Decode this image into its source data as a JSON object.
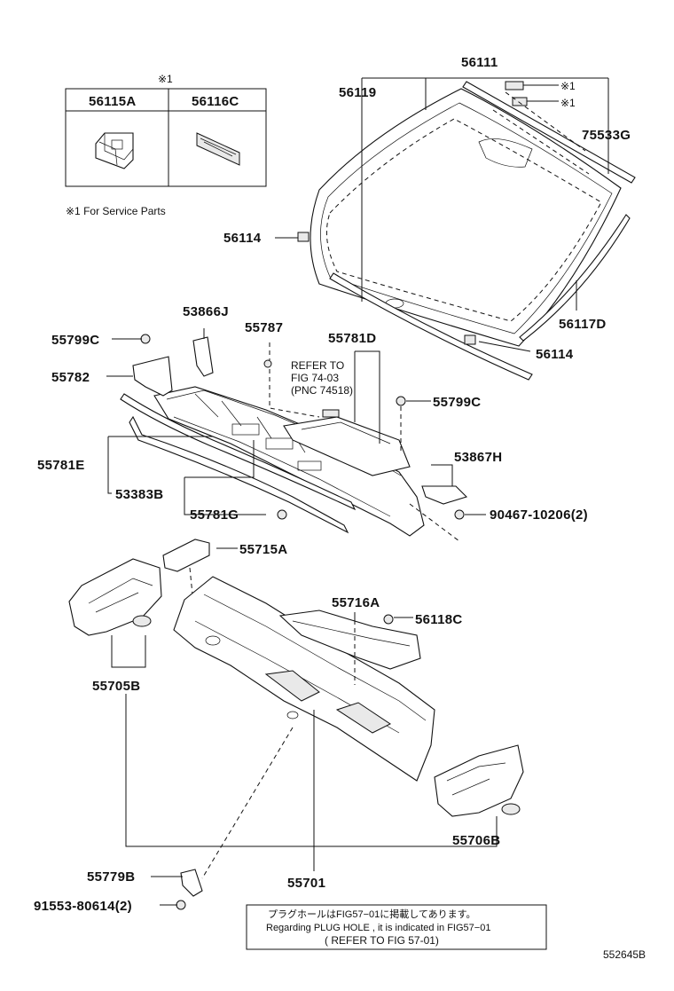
{
  "service_table": {
    "mark": "※1",
    "col1": "56115A",
    "col2": "56116C",
    "note": "※1 For Service Parts"
  },
  "labels": {
    "p56111": "56111",
    "p56119": "56119",
    "mark1a": "※1",
    "mark1b": "※1",
    "p75533G": "75533G",
    "p56114_top": "56114",
    "p56117D": "56117D",
    "p56114_low": "56114",
    "p53866J": "53866J",
    "p55787": "55787",
    "p55781D": "55781D",
    "p55799C_left": "55799C",
    "p55782": "55782",
    "refer1": "REFER TO",
    "refer2": "FIG 74-03",
    "refer3": "(PNC 74518)",
    "p55799C_right": "55799C",
    "p55781E": "55781E",
    "p53867H": "53867H",
    "p53383B": "53383B",
    "p55781G": "55781G",
    "p90467": "90467-10206(2)",
    "p55715A": "55715A",
    "p55716A": "55716A",
    "p56118C": "56118C",
    "p55705B": "55705B",
    "p55706B": "55706B",
    "p55779B": "55779B",
    "p55701": "55701",
    "p91553": "91553-80614(2)",
    "code": "552645B"
  },
  "notice": {
    "jp": "プラグホールはFIG57−01に掲載してあります。",
    "en": "Regarding PLUG HOLE , it is indicated in FIG57−01",
    "refer": "( REFER TO FIG 57-01)"
  }
}
